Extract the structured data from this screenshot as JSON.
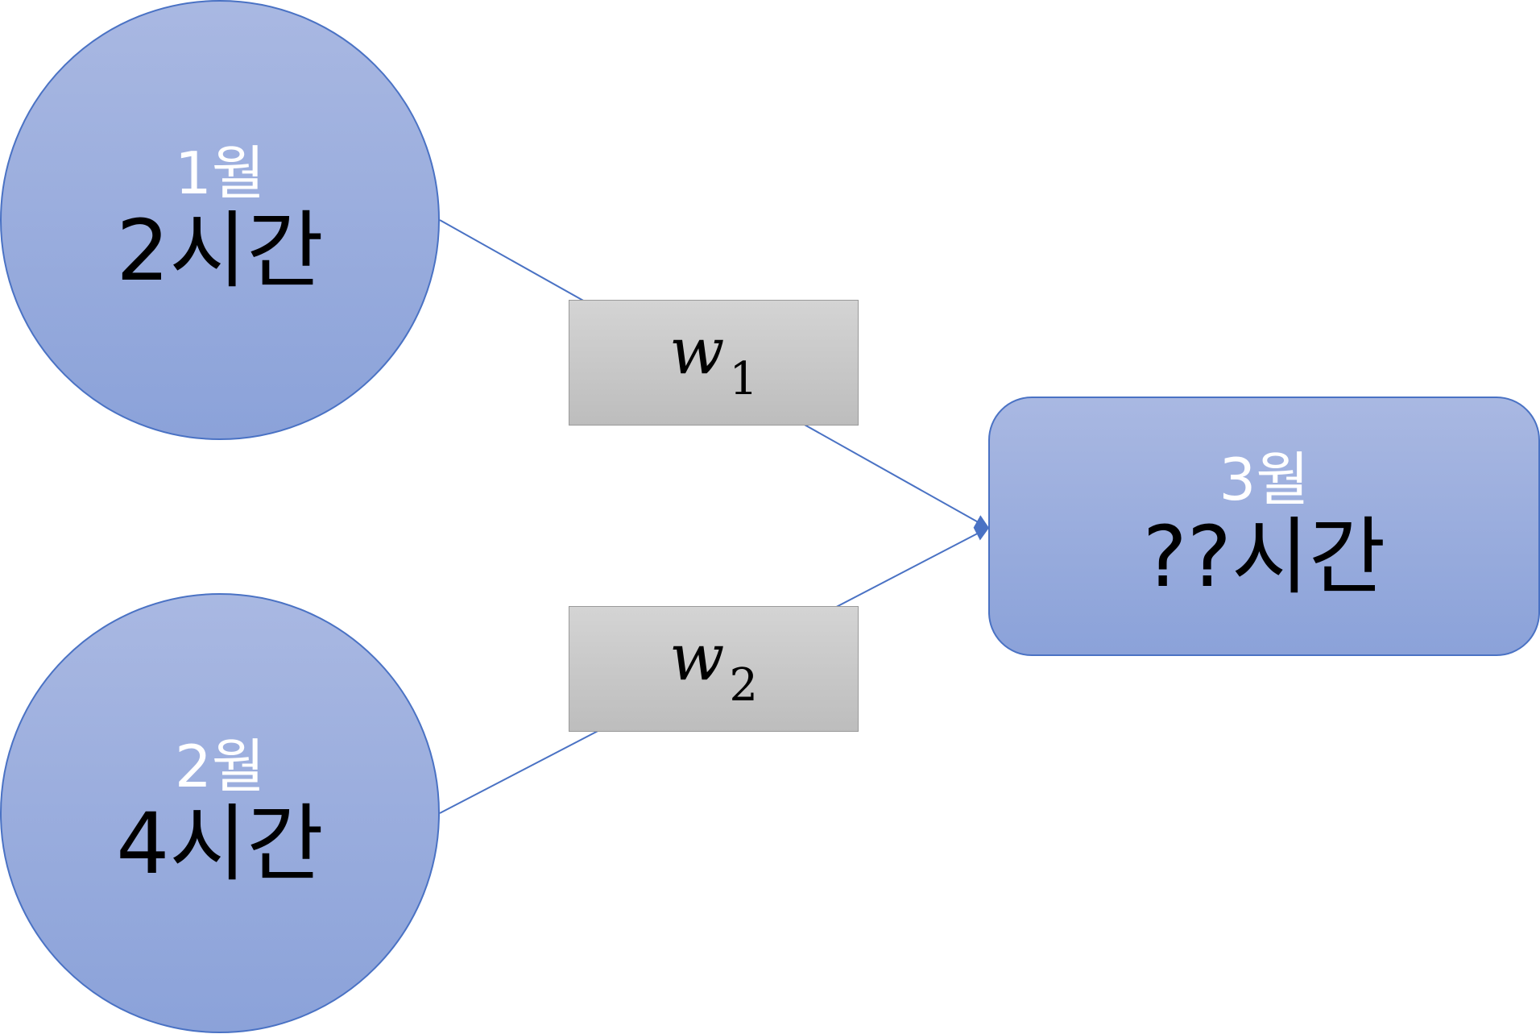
{
  "inputs": [
    {
      "month": "1월",
      "hours": "2시간"
    },
    {
      "month": "2월",
      "hours": "4시간"
    }
  ],
  "weights": [
    {
      "symbol": "w",
      "subscript": "1"
    },
    {
      "symbol": "w",
      "subscript": "2"
    }
  ],
  "output": {
    "month": "3월",
    "hours": "??시간"
  },
  "colors": {
    "node_fill_top": "#a9b8e2",
    "node_fill_bottom": "#8ba2d9",
    "node_border": "#4a72c4",
    "edge": "#4a72c4",
    "weight_fill_top": "#d4d4d4",
    "weight_fill_bottom": "#bdbdbd"
  }
}
